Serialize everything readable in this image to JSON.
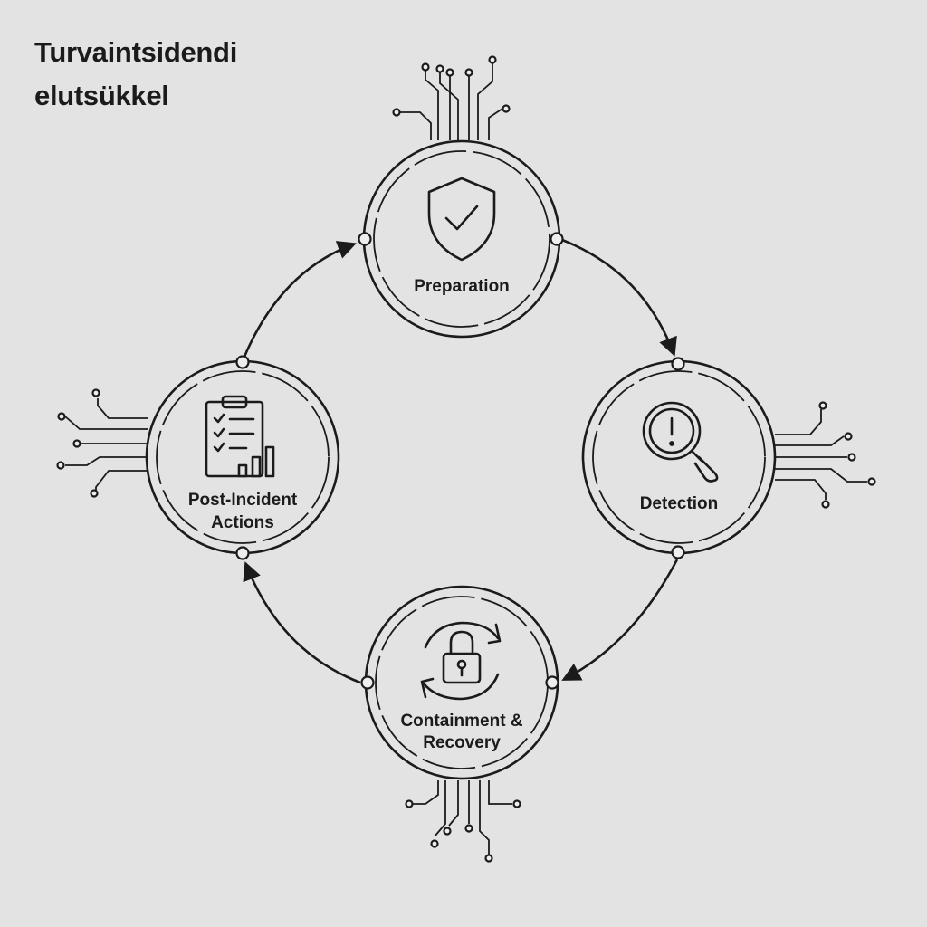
{
  "title": {
    "line1": "Turvaintsidendi",
    "line2": "elutsükkel"
  },
  "stages": [
    {
      "label_lines": [
        "Preparation"
      ],
      "icon": "shield-check-icon"
    },
    {
      "label_lines": [
        "Detection"
      ],
      "icon": "magnifier-alert-icon"
    },
    {
      "label_lines": [
        "Containment &",
        "Recovery"
      ],
      "icon": "padlock-cycle-icon"
    },
    {
      "label_lines": [
        "Post-Incident",
        "Actions"
      ],
      "icon": "clipboard-chart-icon"
    }
  ],
  "flow": "clockwise",
  "colors": {
    "background": "#e3e3e3",
    "ink": "#1b1b1b"
  }
}
